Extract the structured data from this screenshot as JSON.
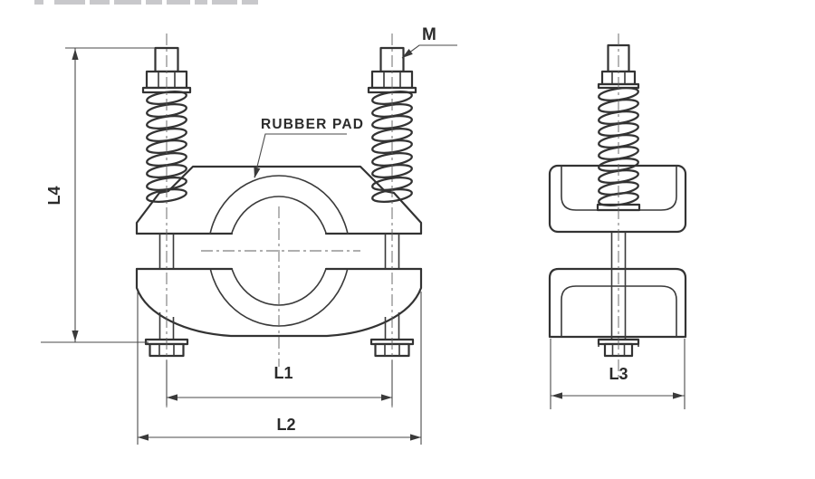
{
  "labels": {
    "thread": "M",
    "rubber_pad": "RUBBER PAD",
    "dim_l1": "L1",
    "dim_l2": "L2",
    "dim_l3": "L3",
    "dim_l4": "L4"
  },
  "colors": {
    "line": "#333333",
    "dimension": "#4a4a4a",
    "text": "#2b2b2b",
    "background": "#ffffff"
  }
}
